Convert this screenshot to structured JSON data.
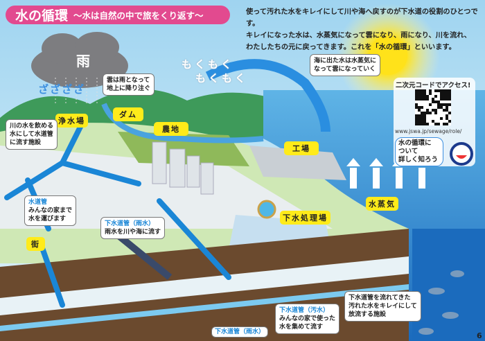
{
  "title": {
    "main": "水の循環",
    "subtitle": "〜水は自然の中で旅をくり返す〜"
  },
  "intro": [
    "使って汚れた水をキレイにして川や海へ戻すのが下水道の役割のひとつです。",
    "キレイになった水は、水蒸気になって雲になり、雨になり、川を流れ、",
    "わたしたちの元に戻ってきます。これを「水の循環」といいます。"
  ],
  "sky": {
    "rain_label": "雨",
    "rain_sound": "ざざざざ",
    "cloud_sound_1": "もくもく",
    "cloud_sound_2": "もくもく"
  },
  "callouts": {
    "rain": [
      "雲は雨となって",
      "地上に降り注ぐ"
    ],
    "evaporation": [
      "海に出た水は水蒸気に",
      "なって雲になっていく"
    ],
    "purification": [
      "川の水を飲める",
      "水にして水道管",
      "に流す施設"
    ],
    "water_pipe": {
      "heading": "水道管",
      "lines": [
        "みんなの家まで",
        "水を運びます"
      ]
    },
    "storm_pipe": {
      "heading": "下水道管（雨水）",
      "lines": [
        "雨水を川や海に流す"
      ]
    },
    "sewage_pipe": {
      "heading": "下水道管（汚水）",
      "lines": [
        "みんなの家で使った",
        "水を集めて流す"
      ]
    },
    "treatment": [
      "下水道管を流れてきた",
      "汚れた水をキレイにして",
      "放流する施設"
    ],
    "storm_pipe_bottom": "下水道管（雨水）"
  },
  "labels": {
    "dam": "ダム",
    "purification_plant": "浄水場",
    "farmland": "農地",
    "factory": "工場",
    "vapor": "水蒸気",
    "treatment_plant": "下水処理場",
    "town": "街"
  },
  "qr": {
    "title": "二次元コードでアクセス!",
    "url": "www.jswa.jp/sewage/role/",
    "bubble": [
      "水の循環に",
      "ついて",
      "詳しく知ろう"
    ]
  },
  "page_number": "6",
  "colors": {
    "title": "#e24a8f",
    "label": "#ffeb1a",
    "pipe_blue": "#1a86d6",
    "sea": "#1e6fc0",
    "soil": "#6b4a2e"
  }
}
